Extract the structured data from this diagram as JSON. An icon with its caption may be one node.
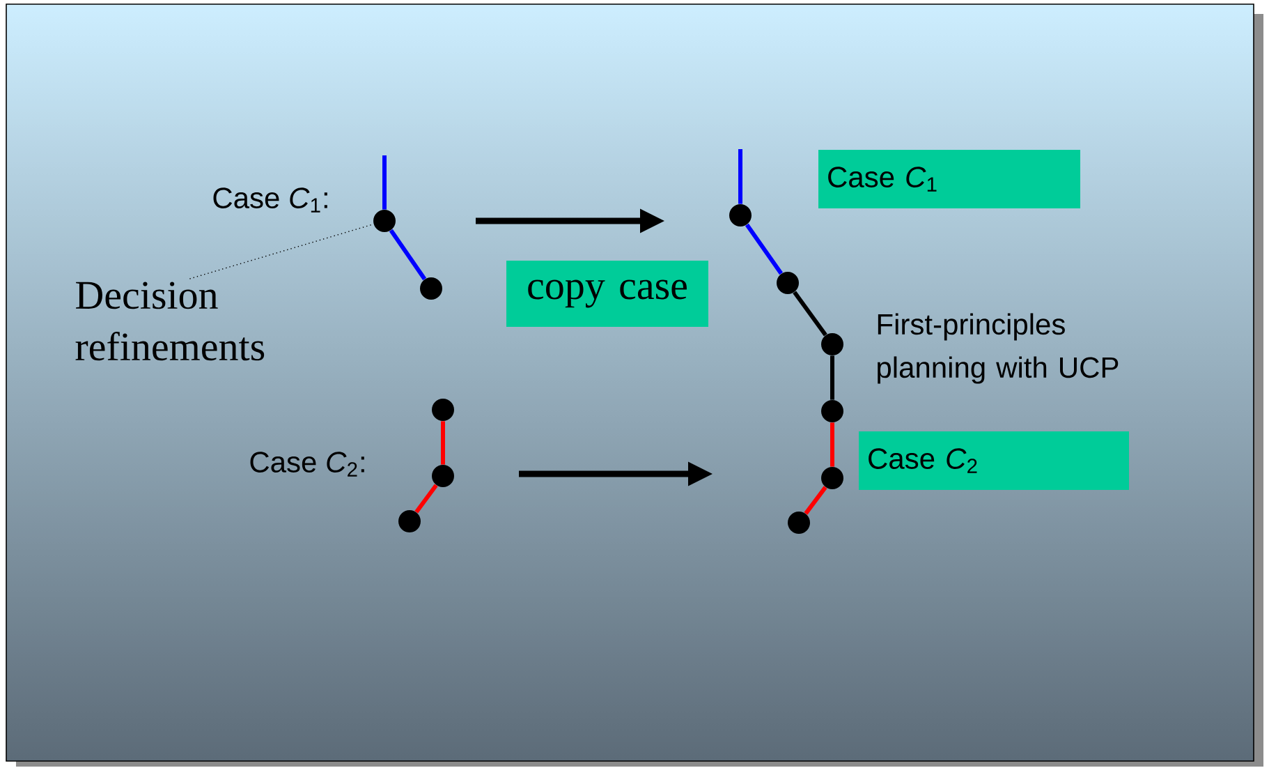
{
  "diagram": {
    "nodes": [
      {
        "text": [
          "Decision refinements"
        ]
      },
      {
        "text": [
          "copy case"
        ]
      },
      {
        "text": [
          "Case *C*$_{1}$"
        ]
      },
      {
        "text": [
          "Case *C*$_{2}$"
        ]
      },
      {
        "text": [],
        "shape": "circle"
      },
      {
        "text": [],
        "shape": "circle"
      },
      {
        "text": [],
        "shape": "circle"
      },
      {
        "text": [],
        "shape": "circle"
      },
      {
        "text": [],
        "shape": "circle"
      },
      {
        "text": [],
        "shape": "circle"
      },
      {
        "text": [],
        "shape": "circle"
      },
      {
        "text": [],
        "shape": "circle"
      },
      {
        "text": [],
        "shape": "circle"
      },
      {
        "text": [],
        "shape": "circle"
      },
      {
        "text": [],
        "shape": "circle"
      }
    ],
    "edges": [
      {
        "from": null,
        "to": 4,
        "arrow": "none",
        "color": "#0000ff"
      },
      {
        "from": 4,
        "to": 5,
        "arrow": "none",
        "color": "#0000ff"
      },
      {
        "from": 0,
        "to": 4,
        "arrow": "none",
        "style": "dashed",
        "color": "#000000"
      },
      {
        "from": 6,
        "to": 7,
        "arrow": "none",
        "color": "#ff0000"
      },
      {
        "from": 7,
        "to": 8,
        "arrow": "none",
        "color": "#ff0000"
      },
      {
        "from": null,
        "to": 9,
        "arrow": "none",
        "color": "#0000ff"
      },
      {
        "from": 9,
        "to": 10,
        "arrow": "none",
        "color": "#0000ff"
      },
      {
        "from": 10,
        "to": 11,
        "arrow": "none",
        "color": "#000000"
      },
      {
        "from": 11,
        "to": 12,
        "arrow": "none",
        "color": "#000000"
      },
      {
        "from": 12,
        "to": 13,
        "arrow": "none",
        "color": "#ff0000"
      },
      {
        "from": 13,
        "to": 14,
        "arrow": "none",
        "color": "#ff0000"
      }
    ],
    "labels": [
      "Case *C*$_{1}$:",
      "First-principles planning with UCP",
      "Case *C*$_{2}$:"
    ]
  }
}
